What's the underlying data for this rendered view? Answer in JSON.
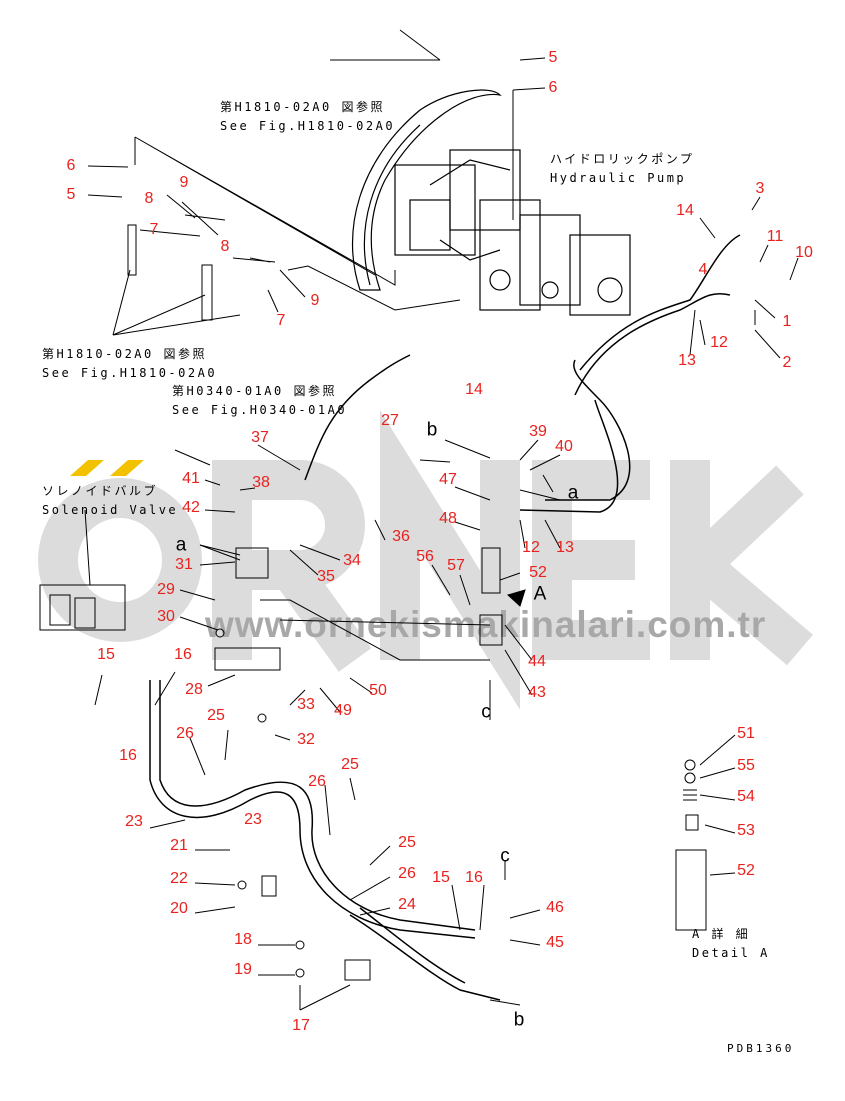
{
  "watermark": {
    "brand": "ORNEK",
    "url": "www.ornekismakinalari.com.tr"
  },
  "references": [
    {
      "jp": "第H1810-02A0 図参照",
      "en": "See Fig.H1810-02A0"
    },
    {
      "jp": "第H1810-02A0 図参照",
      "en": "See Fig.H1810-02A0"
    },
    {
      "jp": "第H0340-01A0 図参照",
      "en": "See Fig.H0340-01A0"
    }
  ],
  "pump_label": {
    "jp": "ハイドロリックポンプ",
    "en": "Hydraulic Pump"
  },
  "solenoid_label": {
    "jp": "ソレノイドバルブ",
    "en": "Solenoid Valve"
  },
  "detail_label": {
    "jp": "A 詳 細",
    "en": "Detail A"
  },
  "drawing_code": "PDB1360",
  "callouts": [
    "5",
    "6",
    "6",
    "5",
    "9",
    "8",
    "7",
    "8",
    "9",
    "7",
    "3",
    "14",
    "11",
    "10",
    "4",
    "1",
    "12",
    "13",
    "2",
    "14",
    "27",
    "39",
    "40",
    "37",
    "41",
    "38",
    "42",
    "47",
    "48",
    "36",
    "12",
    "13",
    "31",
    "34",
    "35",
    "56",
    "57",
    "52",
    "29",
    "30",
    "15",
    "16",
    "28",
    "33",
    "49",
    "50",
    "44",
    "43",
    "16",
    "25",
    "26",
    "32",
    "23",
    "23",
    "25",
    "26",
    "21",
    "22",
    "20",
    "25",
    "26",
    "24",
    "15",
    "16",
    "18",
    "19",
    "17",
    "46",
    "45",
    "51",
    "55",
    "54",
    "53",
    "52"
  ],
  "letters": [
    "a",
    "b",
    "a",
    "A",
    "c",
    "c",
    "b"
  ],
  "colors": {
    "callout": "#e8231f",
    "watermark": "#dcdcdc",
    "logo": "#f2c200"
  }
}
